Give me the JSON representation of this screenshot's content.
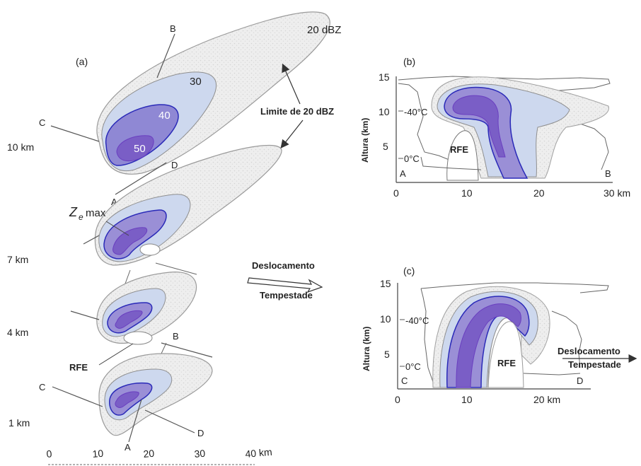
{
  "panel_a": {
    "label": "(a)",
    "contours": {
      "c20": "20 dBZ",
      "c30": "30",
      "c40": "40",
      "c50": "50"
    },
    "limit_note": "Limite de 20 dBZ",
    "levels": [
      "10 km",
      "7 km",
      "4 km",
      "1 km"
    ],
    "section_letters": {
      "A": "A",
      "B": "B",
      "C": "C",
      "D": "D"
    },
    "zemax": "Z",
    "zemax_sub": "e",
    "zemax_suffix": "max",
    "rfe": "RFE",
    "x_ticks": [
      "0",
      "10",
      "20",
      "30",
      "40 km"
    ]
  },
  "motion": {
    "line1": "Deslocamento",
    "line2": "Tempestade"
  },
  "panel_b": {
    "label": "(b)",
    "y_title": "Altura (km)",
    "y_ticks": [
      "15",
      "10",
      "5"
    ],
    "iso_cold": "-40°C",
    "iso_zero": "0°C",
    "rfe": "RFE",
    "left_letter": "A",
    "right_letter": "B",
    "x_ticks": [
      "0",
      "10",
      "20",
      "30 km"
    ]
  },
  "panel_c": {
    "label": "(c)",
    "y_title": "Altura (km)",
    "y_ticks": [
      "15",
      "10",
      "5"
    ],
    "iso_cold": "-40°C",
    "iso_zero": "0°C",
    "rfe": "RFE",
    "left_letter": "C",
    "right_letter": "D",
    "x_ticks": [
      "0",
      "10",
      "20 km"
    ],
    "motion_line1": "Deslocamento",
    "motion_line2": "Tempestade"
  },
  "colors": {
    "outline": "#888888",
    "fill20": "#efefef",
    "fill30": "#c9d6ec",
    "fill40": "#9a8fd6",
    "core": "#8a6fd0",
    "contour_blue": "#2a2ab8"
  }
}
